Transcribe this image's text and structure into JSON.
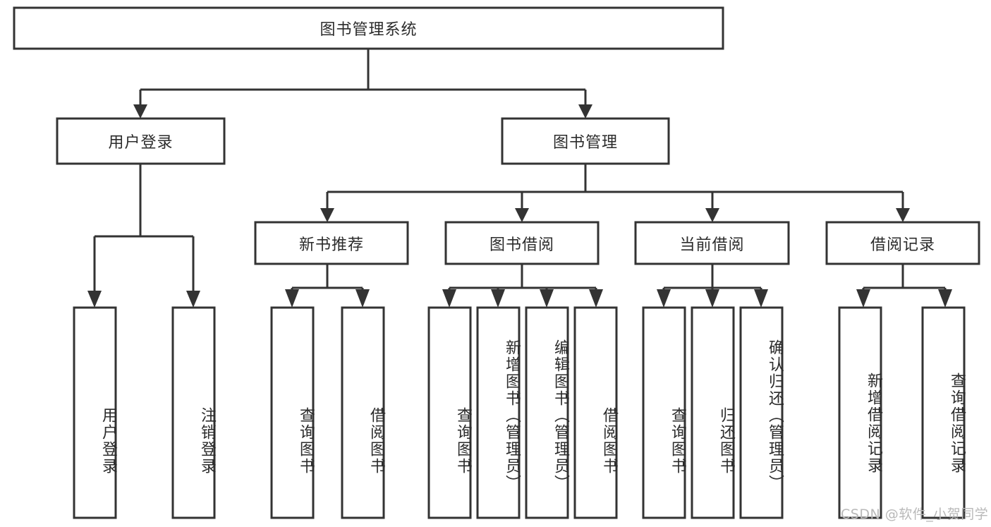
{
  "diagram": {
    "type": "tree-hierarchy-chart",
    "title": "图书管理系统",
    "orientation": "top-down",
    "colors": {
      "box_fill": "#ffffff",
      "box_stroke": "#333333",
      "text": "#2b2b2b",
      "background": "#ffffff",
      "watermark": "#b9b9b9"
    },
    "levels": [
      {
        "level": 1,
        "nodes": [
          {
            "id": "root",
            "label": "图书管理系统",
            "orientation": "horizontal"
          }
        ]
      },
      {
        "level": 2,
        "nodes": [
          {
            "id": "user-login",
            "label": "用户登录",
            "orientation": "horizontal",
            "parent": "root"
          },
          {
            "id": "book-manage",
            "label": "图书管理",
            "orientation": "horizontal",
            "parent": "root"
          }
        ]
      },
      {
        "level": 3,
        "nodes": [
          {
            "id": "new-book-rec",
            "label": "新书推荐",
            "orientation": "horizontal",
            "parent": "book-manage"
          },
          {
            "id": "book-borrow",
            "label": "图书借阅",
            "orientation": "horizontal",
            "parent": "book-manage"
          },
          {
            "id": "current-borrow",
            "label": "当前借阅",
            "orientation": "horizontal",
            "parent": "book-manage"
          },
          {
            "id": "borrow-record",
            "label": "借阅记录",
            "orientation": "horizontal",
            "parent": "book-manage"
          }
        ]
      },
      {
        "level": 4,
        "nodes": [
          {
            "id": "leaf-user-login",
            "label": "用户登录",
            "orientation": "vertical",
            "parent": "user-login"
          },
          {
            "id": "leaf-user-logout",
            "label": "注销登录",
            "orientation": "vertical",
            "parent": "user-login"
          },
          {
            "id": "leaf-query-book-1",
            "label": "查询图书",
            "orientation": "vertical",
            "parent": "new-book-rec"
          },
          {
            "id": "leaf-borrow-book-1",
            "label": "借阅图书",
            "orientation": "vertical",
            "parent": "new-book-rec"
          },
          {
            "id": "leaf-query-book-2",
            "label": "查询图书",
            "orientation": "vertical",
            "parent": "book-borrow"
          },
          {
            "id": "leaf-add-book",
            "label": "新增图书（管理员）",
            "orientation": "vertical",
            "parent": "book-borrow"
          },
          {
            "id": "leaf-edit-book",
            "label": "编辑图书（管理员）",
            "orientation": "vertical",
            "parent": "book-borrow"
          },
          {
            "id": "leaf-borrow-book-2",
            "label": "借阅图书",
            "orientation": "vertical",
            "parent": "book-borrow"
          },
          {
            "id": "leaf-query-book-3",
            "label": "查询图书",
            "orientation": "vertical",
            "parent": "current-borrow"
          },
          {
            "id": "leaf-return-book",
            "label": "归还图书",
            "orientation": "vertical",
            "parent": "current-borrow"
          },
          {
            "id": "leaf-confirm-return",
            "label": "确认归还（管理员）",
            "orientation": "vertical",
            "parent": "current-borrow"
          },
          {
            "id": "leaf-add-record",
            "label": "新增借阅记录",
            "orientation": "vertical",
            "parent": "borrow-record"
          },
          {
            "id": "leaf-query-record",
            "label": "查询借阅记录",
            "orientation": "vertical",
            "parent": "borrow-record"
          }
        ]
      }
    ]
  },
  "watermark": {
    "text": "CSDN @软件_小贺同学"
  }
}
